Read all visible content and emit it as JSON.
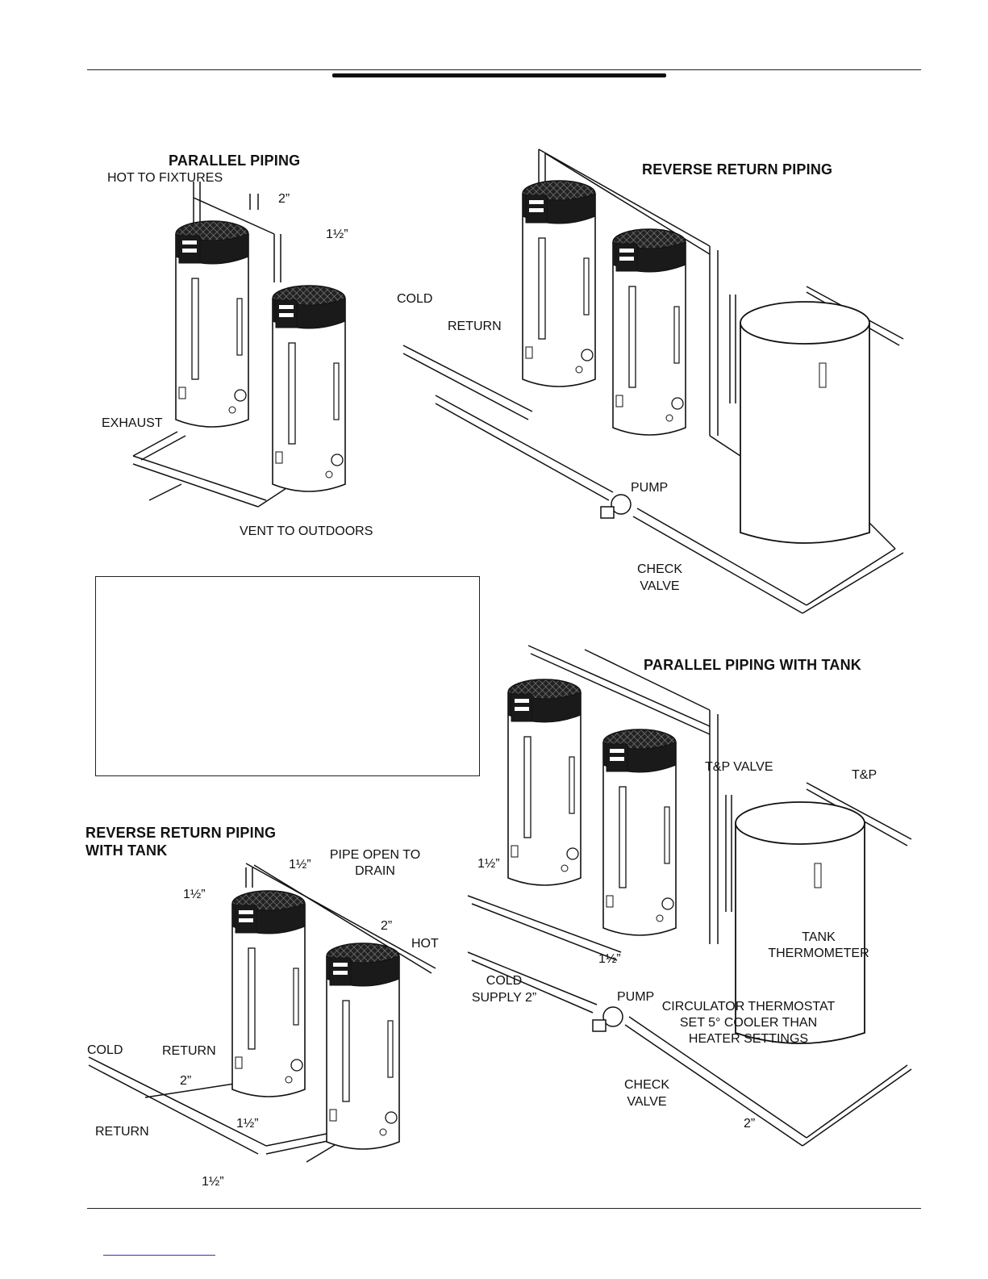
{
  "diagrams": {
    "parallel_piping": {
      "title": "PARALLEL PIPING",
      "hot_to_fixtures": "HOT TO FIXTURES",
      "size_2": "2”",
      "size_1_5": "1½”",
      "exhaust": "EXHAUST",
      "vent_to_outdoors": "VENT TO OUTDOORS"
    },
    "reverse_return_piping": {
      "title": "REVERSE RETURN PIPING",
      "cold": "COLD",
      "return": "RETURN",
      "pump": "PUMP",
      "check_valve_line1": "CHECK",
      "check_valve_line2": "VALVE"
    },
    "parallel_piping_with_tank": {
      "title": "PARALLEL PIPING WITH TANK",
      "tp_valve": "T&P VALVE",
      "tp": "T&P",
      "size_1_5_a": "1½”",
      "size_1_5_b": "1½”",
      "cold_supply_line1": "COLD",
      "cold_supply_line2": "SUPPLY 2”",
      "pump": "PUMP",
      "tank_thermometer_line1": "TANK",
      "tank_thermometer_line2": "THERMOMETER",
      "circ_line1": "CIRCULATOR THERMOSTAT",
      "circ_line2": "SET 5° COOLER THAN",
      "circ_line3": "HEATER SETTINGS",
      "check_valve_line1": "CHECK",
      "check_valve_line2": "VALVE",
      "size_2": "2”"
    },
    "reverse_return_piping_with_tank": {
      "title_line1": "REVERSE RETURN PIPING",
      "title_line2": "WITH TANK",
      "pipe_open_line1": "PIPE OPEN TO",
      "pipe_open_line2": "DRAIN",
      "size_1_5_top": "1½”",
      "size_1_5_left": "1½”",
      "size_2_hot": "2”",
      "hot": "HOT",
      "cold": "COLD",
      "return_top": "RETURN",
      "size_2_mid": "2”",
      "return_bottom": "RETURN",
      "size_1_5_mid": "1½”",
      "size_1_5_bottom": "1½”"
    }
  }
}
